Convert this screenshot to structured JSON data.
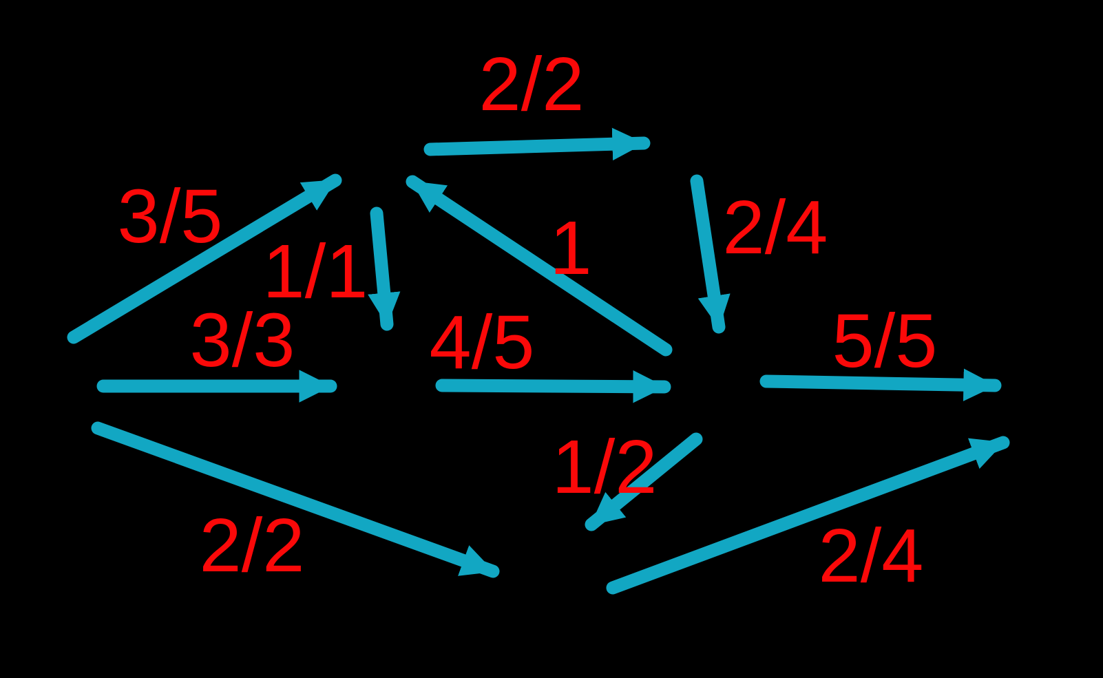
{
  "diagram": {
    "type": "directed-graph",
    "description": "Flow network diagram with cyan directed edges and red flow/capacity labels on a black background; nodes are unlabeled",
    "background_color": "#000000",
    "edge_color": "#12a7c3",
    "label_color": "#fb0909",
    "nodes": [
      {
        "id": "source"
      },
      {
        "id": "top"
      },
      {
        "id": "top-right"
      },
      {
        "id": "middle"
      },
      {
        "id": "right"
      },
      {
        "id": "bottom"
      },
      {
        "id": "sink"
      }
    ],
    "edges": [
      {
        "from": "source",
        "to": "top",
        "label": "3/5",
        "flow": 3,
        "capacity": 5
      },
      {
        "from": "source",
        "to": "middle",
        "label": "3/3",
        "flow": 3,
        "capacity": 3
      },
      {
        "from": "source",
        "to": "bottom",
        "label": "2/2",
        "flow": 2,
        "capacity": 2
      },
      {
        "from": "top",
        "to": "top-right",
        "label": "2/2",
        "flow": 2,
        "capacity": 2
      },
      {
        "from": "top",
        "to": "middle",
        "label": "1/1",
        "flow": 1,
        "capacity": 1
      },
      {
        "from": "right",
        "to": "top",
        "label": "1",
        "flow": 1
      },
      {
        "from": "top-right",
        "to": "right",
        "label": "2/4",
        "flow": 2,
        "capacity": 4
      },
      {
        "from": "middle",
        "to": "right",
        "label": "4/5",
        "flow": 4,
        "capacity": 5
      },
      {
        "from": "right",
        "to": "sink",
        "label": "5/5",
        "flow": 5,
        "capacity": 5
      },
      {
        "from": "right",
        "to": "bottom",
        "label": "1/2",
        "flow": 1,
        "capacity": 2
      },
      {
        "from": "bottom",
        "to": "sink",
        "label": "2/4",
        "flow": 2,
        "capacity": 4
      }
    ]
  }
}
